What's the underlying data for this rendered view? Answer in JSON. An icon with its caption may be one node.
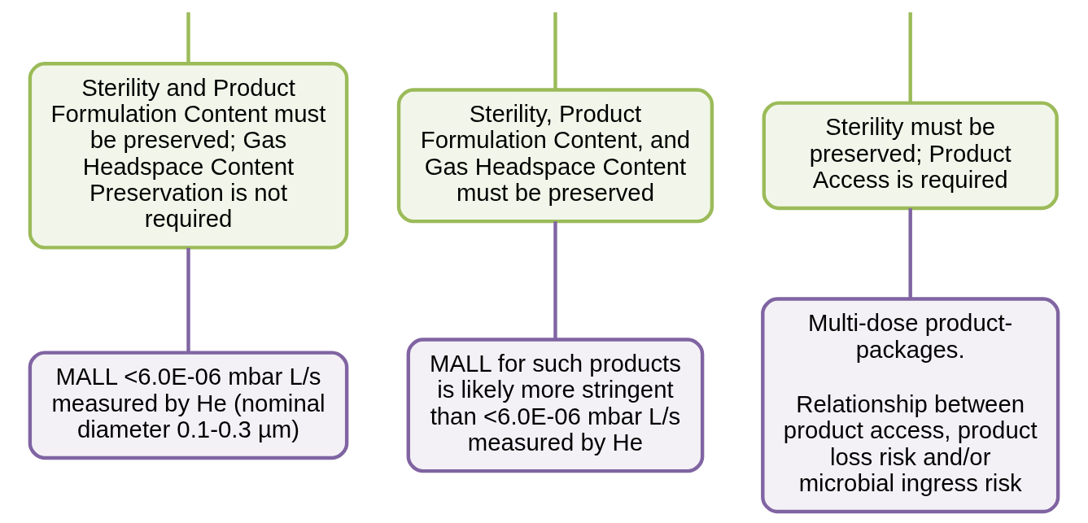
{
  "diagram": {
    "nodes": [
      {
        "text": [
          "Sterility and Product Formulation Content must be preserved; Gas Headspace Content Preservation is not required"
        ]
      },
      {
        "text": [
          "Sterility, Product Formulation Content, and Gas Headspace Content must be preserved"
        ]
      },
      {
        "text": [
          "Sterility must be preserved; Product Access is required"
        ]
      },
      {
        "text": [
          "MALL <6.0E-06 mbar L/s measured by He (nominal diameter 0.1-0.3 µm)"
        ]
      },
      {
        "text": [
          "MALL for such products is likely more stringent than <6.0E-06 mbar L/s measured by He"
        ]
      },
      {
        "text": [
          "Multi-dose product-packages.",
          "Relationship between product access, product loss risk and/or microbial ingress risk"
        ]
      }
    ],
    "edges": [
      {
        "from": null,
        "to": 0,
        "arrow": "none",
        "color": "#9bbb59"
      },
      {
        "from": null,
        "to": 1,
        "arrow": "none",
        "color": "#9bbb59"
      },
      {
        "from": null,
        "to": 2,
        "arrow": "none",
        "color": "#9bbb59"
      },
      {
        "from": 0,
        "to": 3,
        "arrow": "none",
        "color": "#8064a2"
      },
      {
        "from": 1,
        "to": 4,
        "arrow": "none",
        "color": "#8064a2"
      },
      {
        "from": 2,
        "to": 5,
        "arrow": "none",
        "color": "#8064a2"
      }
    ]
  }
}
